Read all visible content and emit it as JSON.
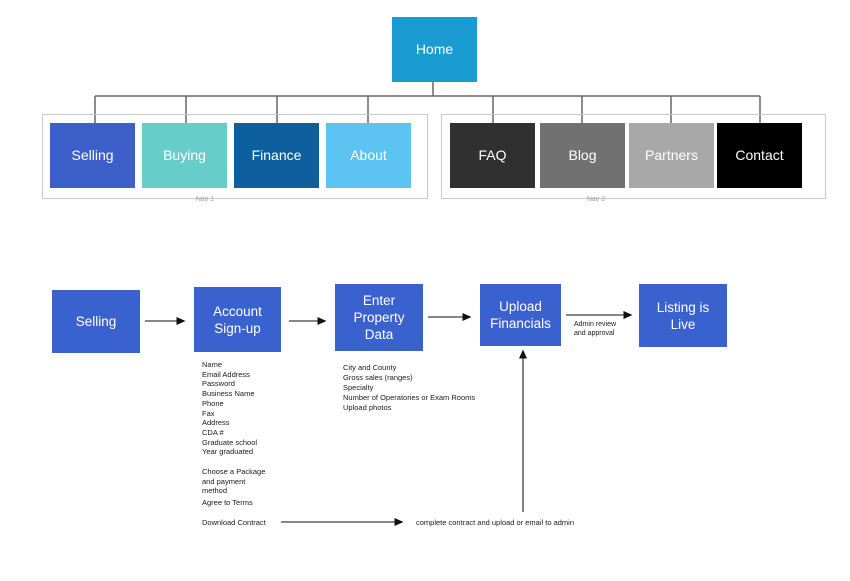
{
  "sitemap": {
    "home": {
      "label": "Home",
      "color": "#1a9bd2"
    },
    "groups": [
      {
        "label": "Nav 1",
        "items": [
          {
            "label": "Selling",
            "color": "#3d5fc9"
          },
          {
            "label": "Buying",
            "color": "#67cdc8"
          },
          {
            "label": "Finance",
            "color": "#0d5f9e"
          },
          {
            "label": "About",
            "color": "#5cc3f2"
          }
        ]
      },
      {
        "label": "Nav 2",
        "items": [
          {
            "label": "FAQ",
            "color": "#303030"
          },
          {
            "label": "Blog",
            "color": "#717171"
          },
          {
            "label": "Partners",
            "color": "#a8a8a8"
          },
          {
            "label": "Contact",
            "color": "#000000"
          }
        ]
      }
    ]
  },
  "flow": {
    "box_color": "#3a62ce",
    "steps": [
      {
        "label": "Selling"
      },
      {
        "label": "Account Sign-up"
      },
      {
        "label": "Enter Property Data"
      },
      {
        "label": "Upload Financials"
      },
      {
        "label": "Listing is Live"
      }
    ],
    "account_signup_fields": [
      "Name",
      "Email Address",
      "Password",
      "Business Name",
      "Phone",
      "Fax",
      "Address",
      "CDA #",
      "Graduate school",
      "Year graduated"
    ],
    "package_note": "Choose a Package and payment method",
    "terms_note": "Agree to Terms",
    "contract_note": "Download Contract",
    "property_data_fields": [
      "City and County",
      "Gross sales (ranges)",
      "Specialty",
      "Number of Operatories or Exam Rooms",
      "Upload photos"
    ],
    "approval_note": "Admin review and approval",
    "contract_upload_note": "complete contract and upload or email to admin"
  }
}
